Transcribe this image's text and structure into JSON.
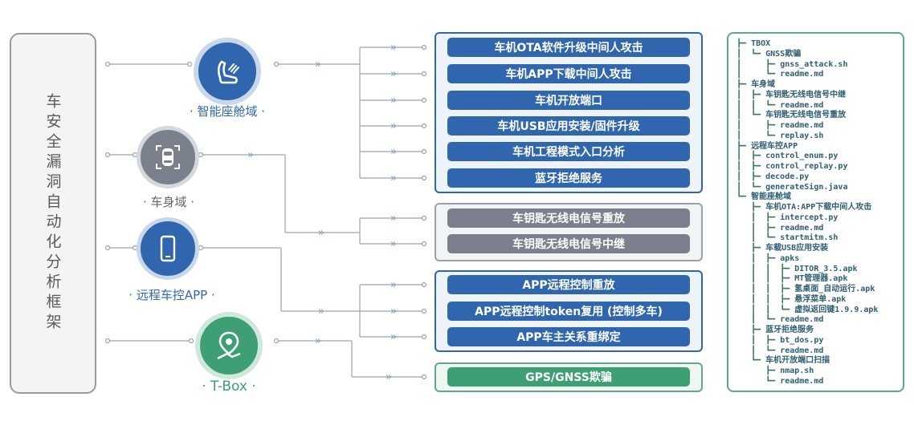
{
  "framework_title": "车安全漏洞自动化分析框架",
  "domains": [
    {
      "name": "智能座舱域",
      "icon": "seat-icon",
      "color": "#2f66ad"
    },
    {
      "name": "车身域",
      "icon": "car-body-icon",
      "color": "#7a818c"
    },
    {
      "name": "远程车控APP",
      "icon": "phone-icon",
      "color": "#2f66ad"
    },
    {
      "name": "T-Box",
      "icon": "gps-pin-icon",
      "color": "#3e9e74"
    }
  ],
  "cockpit_items": [
    "车机OTA软件升级中间人攻击",
    "车机APP下载中间人攻击",
    "车机开放端口",
    "车机USB应用安装/固件升级",
    "车机工程模式入口分析",
    "蓝牙拒绝服务"
  ],
  "body_items": [
    "车钥匙无线电信号重放",
    "车钥匙无线电信号中继"
  ],
  "app_items": [
    "APP远程控制重放",
    "APP远程控制token复用 (控制多车)",
    "APP车主关系重绑定"
  ],
  "tbox_items": [
    "GPS/GNSS欺骗"
  ],
  "arrow_glyph": "»",
  "file_tree": [
    {
      "prefix": "┣━ ",
      "text": "TBOX"
    },
    {
      "prefix": "┃  ┗━ ",
      "text": "GNSS欺骗"
    },
    {
      "prefix": "┃     ┣━ ",
      "text": "gnss_attack.sh"
    },
    {
      "prefix": "┃     ┗━ ",
      "text": "readme.md"
    },
    {
      "prefix": "┣━ ",
      "text": "车身域"
    },
    {
      "prefix": "┃  ┣━ ",
      "text": "车钥匙无线电信号中继"
    },
    {
      "prefix": "┃  ┃  ┗━ ",
      "text": "readme.md"
    },
    {
      "prefix": "┃  ┗━ ",
      "text": "车钥匙无线电信号重放"
    },
    {
      "prefix": "┃     ┣━ ",
      "text": "readme.md"
    },
    {
      "prefix": "┃     ┗━ ",
      "text": "replay.sh"
    },
    {
      "prefix": "┣━ ",
      "text": "远程车控APP"
    },
    {
      "prefix": "┃  ┣━ ",
      "text": "control_enum.py"
    },
    {
      "prefix": "┃  ┣━ ",
      "text": "control_replay.py"
    },
    {
      "prefix": "┃  ┣━ ",
      "text": "decode.py"
    },
    {
      "prefix": "┃  ┗━ ",
      "text": "generateSign.java"
    },
    {
      "prefix": "┗━ ",
      "text": "智能座舱域"
    },
    {
      "prefix": "   ┣━ ",
      "text": "车机OTA:APP下载中间人攻击"
    },
    {
      "prefix": "   ┃  ┣━ ",
      "text": "intercept.py"
    },
    {
      "prefix": "   ┃  ┣━ ",
      "text": "readme.md"
    },
    {
      "prefix": "   ┃  ┗━ ",
      "text": "startmitm.sh"
    },
    {
      "prefix": "   ┣━ ",
      "text": "车载USB应用安装"
    },
    {
      "prefix": "   ┃  ┣━ ",
      "text": "apks"
    },
    {
      "prefix": "   ┃  ┃  ┣━ ",
      "text": "DITOR_3.5.apk"
    },
    {
      "prefix": "   ┃  ┃  ┣━ ",
      "text": "MT管理器.apk"
    },
    {
      "prefix": "   ┃  ┃  ┣━ ",
      "text": "氢桌面_自动运行.apk"
    },
    {
      "prefix": "   ┃  ┃  ┣━ ",
      "text": "悬浮菜单.apk"
    },
    {
      "prefix": "   ┃  ┃  ┗━ ",
      "text": "虚拟返回键1.9.9.apk"
    },
    {
      "prefix": "   ┃  ┗━ ",
      "text": "readme.md"
    },
    {
      "prefix": "   ┣━ ",
      "text": "蓝牙拒绝服务"
    },
    {
      "prefix": "   ┃  ┣━ ",
      "text": "bt_dos.py"
    },
    {
      "prefix": "   ┃  ┗━ ",
      "text": "readme.md"
    },
    {
      "prefix": "   ┗━ ",
      "text": "车机开放端口扫描"
    },
    {
      "prefix": "      ┣━ ",
      "text": "nmap.sh"
    },
    {
      "prefix": "      ┗━ ",
      "text": "readme.md"
    }
  ]
}
